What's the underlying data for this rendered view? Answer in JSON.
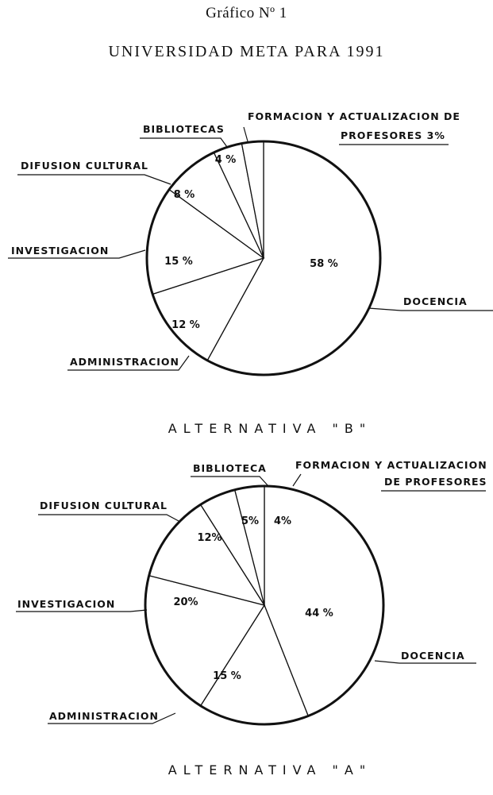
{
  "figure_label": "Gráfico Nº 1",
  "figure_title": "UNIVERSIDAD META PARA 1991",
  "chart_data": [
    {
      "type": "pie",
      "title": "ALTERNATIVA \"B\"",
      "slices": [
        {
          "label": "DOCENCIA",
          "value": 58,
          "value_label": "58 %"
        },
        {
          "label": "ADMINISTRACION",
          "value": 12,
          "value_label": "12 %"
        },
        {
          "label": "INVESTIGACION",
          "value": 15,
          "value_label": "15 %"
        },
        {
          "label": "DIFUSION CULTURAL",
          "value": 8,
          "value_label": "8 %"
        },
        {
          "label": "BIBLIOTECAS",
          "value": 4,
          "value_label": "4 %"
        },
        {
          "label": "FORMACION Y ACTUALIZACION DE PROFESORES 3%",
          "value": 3,
          "value_label": ""
        }
      ]
    },
    {
      "type": "pie",
      "title": "ALTERNATIVA \"A\"",
      "slices": [
        {
          "label": "DOCENCIA",
          "value": 44,
          "value_label": "44 %"
        },
        {
          "label": "ADMINISTRACION",
          "value": 15,
          "value_label": "15 %"
        },
        {
          "label": "INVESTIGACION",
          "value": 20,
          "value_label": "20%"
        },
        {
          "label": "DIFUSION CULTURAL",
          "value": 12,
          "value_label": "12%"
        },
        {
          "label": "BIBLIOTECA",
          "value": 5,
          "value_label": "5%"
        },
        {
          "label": "FORMACION Y ACTUALIZACION DE PROFESORES",
          "value": 4,
          "value_label": "4%"
        }
      ]
    }
  ]
}
